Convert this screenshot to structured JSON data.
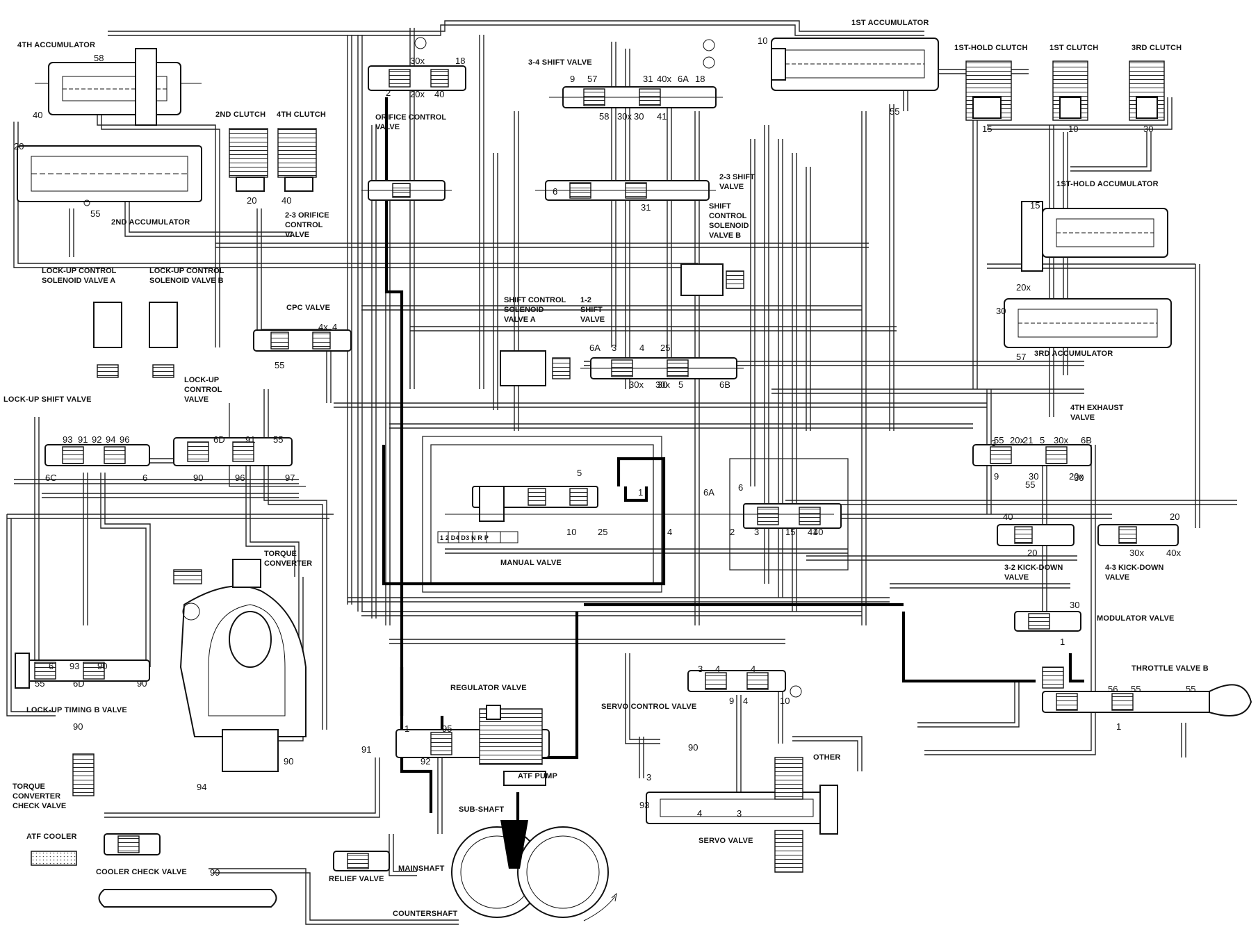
{
  "labels": {
    "acc_4th": "4TH ACCUMULATOR",
    "acc_2nd": "2ND ACCUMULATOR",
    "clutch_2nd": "2ND CLUTCH",
    "clutch_4th": "4TH CLUTCH",
    "orifice_23": "2-3 ORIFICE CONTROL VALVE",
    "orifice_ctrl": "ORIFICE CONTROL VALVE",
    "shift_34": "3-4 SHIFT VALVE",
    "acc_1st": "1ST ACCUMULATOR",
    "clutch_1st_hold": "1ST-HOLD CLUTCH",
    "clutch_1st": "1ST CLUTCH",
    "clutch_3rd": "3RD CLUTCH",
    "shift_23": "2-3 SHIFT VALVE",
    "sol_b": "SHIFT CONTROL SOLENOID VALVE B",
    "acc_1st_hold": "1ST-HOLD ACCUMULATOR",
    "lu_sol_a": "LOCK-UP CONTROL SOLENOID VALVE A",
    "lu_sol_b": "LOCK-UP CONTROL SOLENOID VALVE B",
    "cpc": "CPC VALVE",
    "sol_a": "SHIFT CONTROL SOLENOID VALVE A",
    "shift_12": "1-2 SHIFT VALVE",
    "acc_3rd": "3RD ACCUMULATOR",
    "lu_ctrl": "LOCK-UP CONTROL VALVE",
    "lu_shift": "LOCK-UP SHIFT VALVE",
    "exhaust_4th": "4TH EXHAUST VALVE",
    "manual": "MANUAL VALVE",
    "kd_32": "3-2 KICK-DOWN VALVE",
    "kd_43": "4-3 KICK-DOWN VALVE",
    "torque_conv": "TORQUE CONVERTER",
    "modulator": "MODULATOR VALVE",
    "throttle_b": "THROTTLE VALVE B",
    "lu_timing_b": "LOCK-UP TIMING B VALVE",
    "regulator": "REGULATOR VALVE",
    "servo_ctrl": "SERVO CONTROL VALVE",
    "tc_check": "TORQUE CONVERTER CHECK VALVE",
    "other": "OTHER",
    "servo": "SERVO VALVE",
    "sub_shaft": "SUB-SHAFT",
    "atf_pump": "ATF PUMP",
    "atf_cooler": "ATF COOLER",
    "cooler_check": "COOLER CHECK VALVE",
    "relief": "RELIEF VALVE",
    "mainshaft": "MAINSHAFT",
    "countershaft": "COUNTERSHAFT",
    "range_marks": "1 2 D4 D3 N R P"
  },
  "ports": [
    "58",
    "40",
    "20",
    "55",
    "20",
    "40",
    "18",
    "30x",
    "2",
    "20x",
    "40",
    "9",
    "57",
    "31",
    "40x",
    "6A",
    "18",
    "58",
    "30x",
    "30",
    "41",
    "10",
    "55",
    "15",
    "10",
    "30",
    "55",
    "20x",
    "21",
    "5",
    "30x",
    "6B",
    "6",
    "31",
    "30x",
    "30",
    "20x",
    "15",
    "30",
    "57",
    "4x",
    "4",
    "55",
    "6A",
    "3",
    "4",
    "25",
    "30x",
    "5",
    "6B",
    "93",
    "91",
    "92",
    "94",
    "96",
    "6D",
    "91",
    "55",
    "6C",
    "6",
    "90",
    "96",
    "97",
    "5",
    "1",
    "6A",
    "6",
    "10",
    "25",
    "4",
    "2",
    "3",
    "15",
    "41",
    "40",
    "3",
    "9",
    "30",
    "20x",
    "55",
    "30",
    "40",
    "20",
    "20",
    "30x",
    "40x",
    "30",
    "1",
    "6",
    "93",
    "90",
    "90",
    "55",
    "6D",
    "90",
    "1",
    "95",
    "91",
    "92",
    "90",
    "94",
    "56",
    "55",
    "55",
    "1",
    "3",
    "4",
    "4",
    "9",
    "4",
    "10",
    "90",
    "93",
    "4",
    "3",
    "4",
    "3",
    "99"
  ]
}
